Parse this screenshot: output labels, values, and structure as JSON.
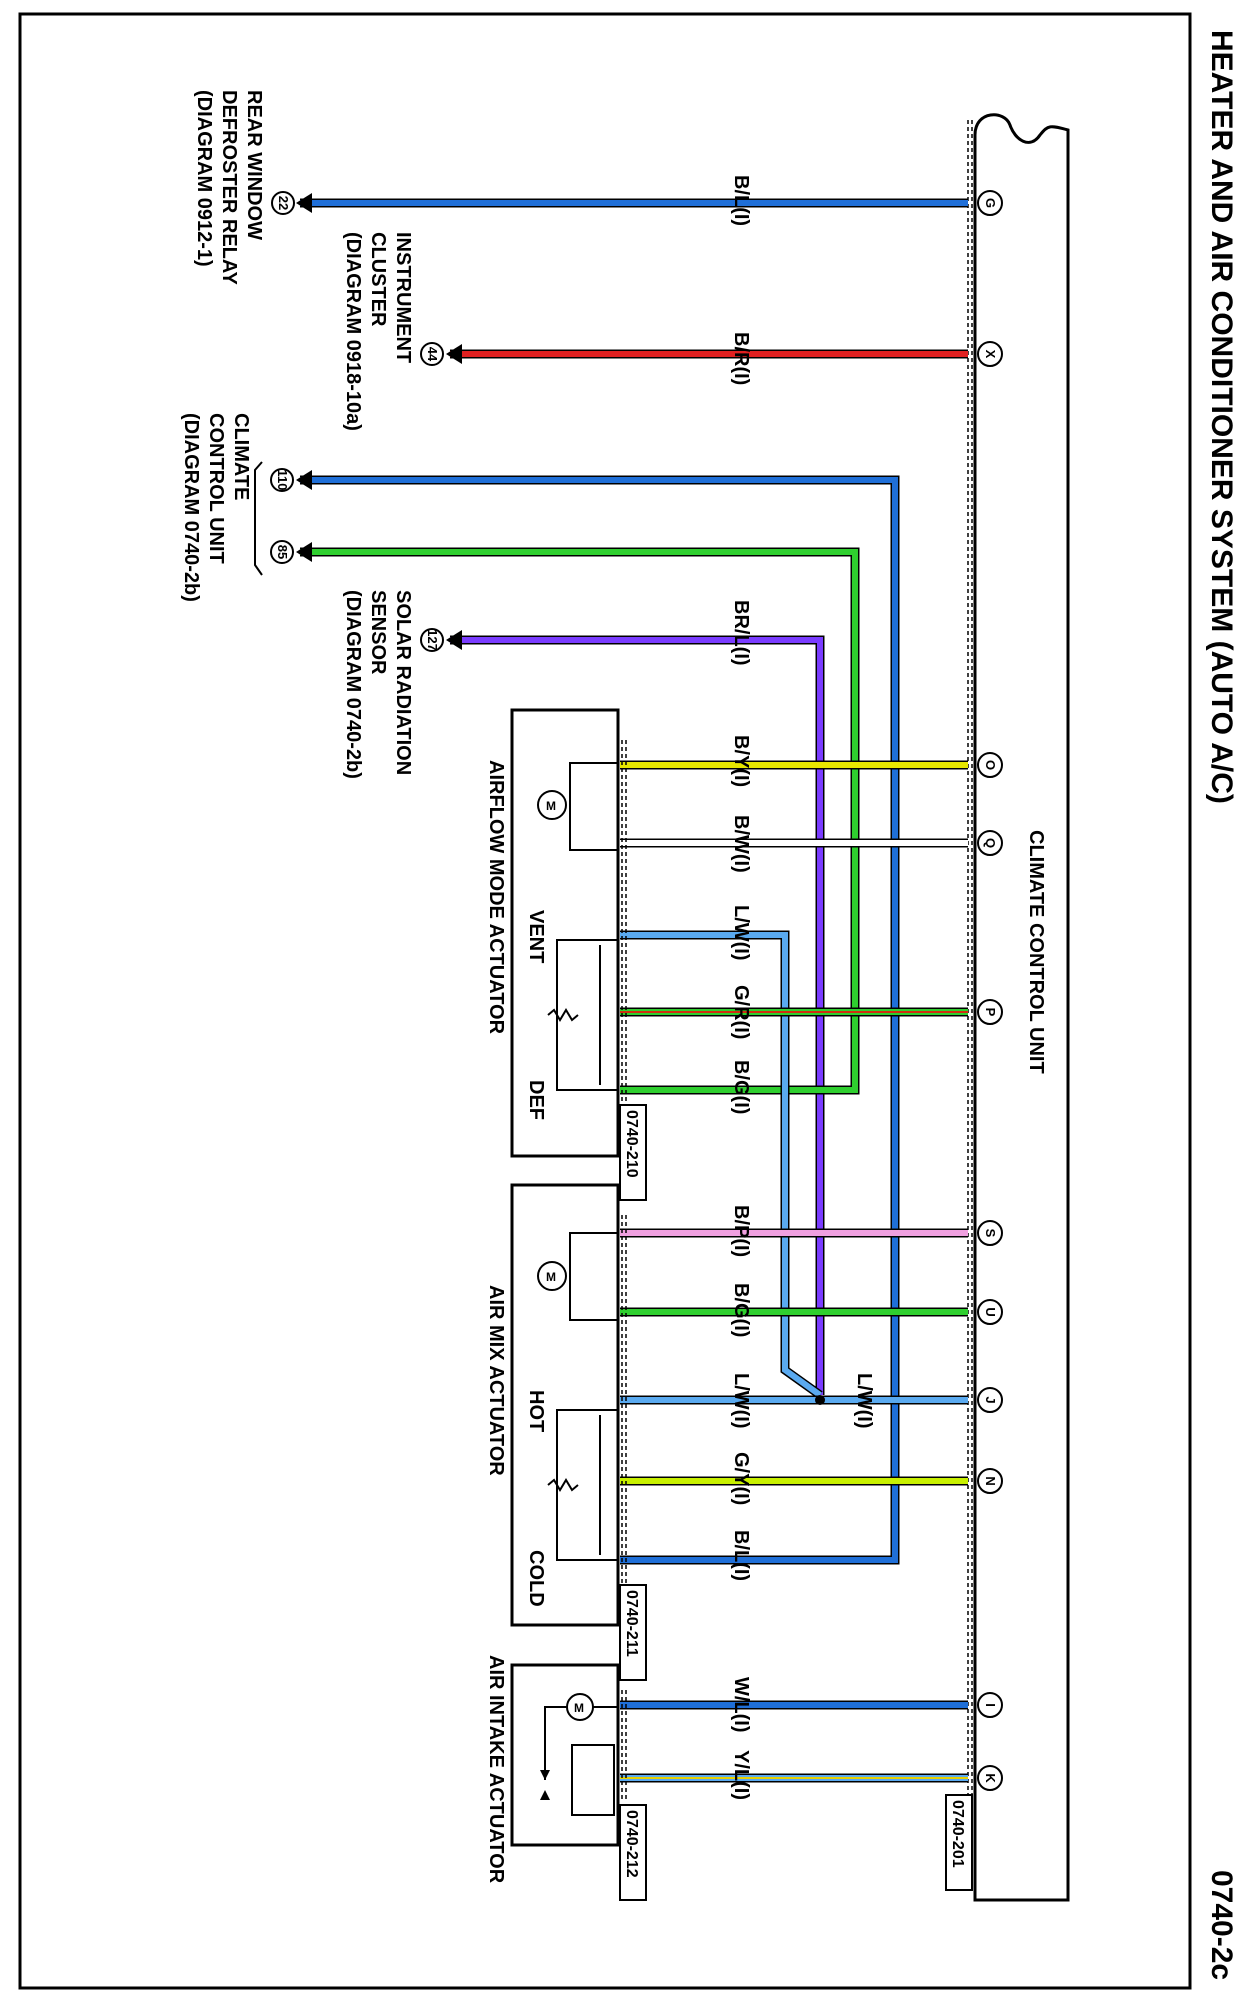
{
  "page": {
    "title": "HEATER AND AIR CONDITIONER SYSTEM (AUTO A/C)",
    "diagram_number": "0740-2c"
  },
  "ccu": {
    "label": "CLIMATE CONTROL UNIT",
    "connector_id": "0740-201"
  },
  "destinations": {
    "rear_defroster": [
      "REAR WINDOW",
      "DEFROSTER RELAY",
      "(DIAGRAM  0912-1)"
    ],
    "rear_defroster_pin": "22",
    "cluster": [
      "INSTRUMENT",
      "CLUSTER",
      "(DIAGRAM 0918-10a)"
    ],
    "cluster_pin": "44",
    "ccu_b": [
      "CLIMATE",
      "CONTROL UNIT",
      "(DIAGRAM 0740-2b)"
    ],
    "ccu_b_pins": [
      "110",
      "85"
    ],
    "solar": [
      "SOLAR RADIATION",
      "SENSOR",
      "(DIAGRAM 0740-2b)"
    ],
    "solar_pin": "127"
  },
  "actuators": {
    "airflow": {
      "label": "AIRFLOW MODE ACTUATOR",
      "connector_id": "0740-210",
      "pos_a": "VENT",
      "pos_b": "DEF",
      "motor": "M"
    },
    "airmix": {
      "label": "AIR MIX ACTUATOR",
      "connector_id": "0740-211",
      "pos_a": "HOT",
      "pos_b": "COLD",
      "motor": "M"
    },
    "intake": {
      "label": "AIR INTAKE ACTUATOR",
      "connector_id": "0740-212",
      "motor": "M"
    }
  },
  "wires": [
    {
      "pin": "G",
      "label": "B/L(I)",
      "color": "#1f6fd8"
    },
    {
      "pin": "X",
      "label": "B/R(I)",
      "color": "#e02020"
    },
    {
      "pin": "",
      "label": "BR/L(I)",
      "color": "#7a3cff"
    },
    {
      "pin": "O",
      "label": "B/Y(I)",
      "color": "#e8e800"
    },
    {
      "pin": "Q",
      "label": "B/W(I)",
      "color": "#ffffff"
    },
    {
      "pin": "",
      "label": "L/W(I)",
      "color": "#5aaaf0"
    },
    {
      "pin": "P",
      "label": "G/R(I)",
      "color": "#2fcf2f"
    },
    {
      "pin": "",
      "label": "B/G(I)",
      "color": "#2fcf2f"
    },
    {
      "pin": "S",
      "label": "B/P(I)",
      "color": "#f0a0e0"
    },
    {
      "pin": "U",
      "label": "B/G(I)",
      "color": "#2fcf2f"
    },
    {
      "pin": "J",
      "label": "L/W(I)",
      "color": "#5aaaf0"
    },
    {
      "pin": "",
      "label": "L/W(I)",
      "color": "#5aaaf0"
    },
    {
      "pin": "N",
      "label": "G/Y(I)",
      "color": "#c8f000"
    },
    {
      "pin": "",
      "label": "B/L(I)",
      "color": "#1f6fd8"
    },
    {
      "pin": "I",
      "label": "W/L(I)",
      "color": "#1f6fd8"
    },
    {
      "pin": "K",
      "label": "Y/L(I)",
      "color": "#5aaaf0"
    }
  ]
}
